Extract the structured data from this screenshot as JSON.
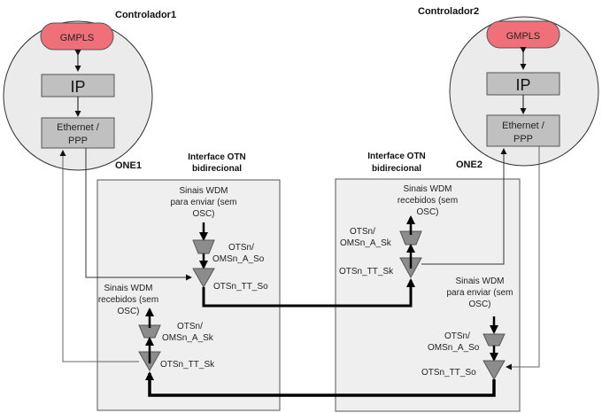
{
  "controllers": [
    {
      "title": "Controlador1",
      "gmpls": "GMPLS",
      "ip": "IP",
      "eth_line1": "Ethernet /",
      "eth_line2": "PPP",
      "one": "ONE1"
    },
    {
      "title": "Controlador2",
      "gmpls": "GMPLS",
      "ip": "IP",
      "eth_line1": "Ethernet /",
      "eth_line2": "PPP",
      "one": "ONE2"
    }
  ],
  "interfaces": [
    {
      "title_line1": "Interface OTN",
      "title_line2": "bidirecional",
      "send_line1": "Sinais WDM",
      "send_line2": "para enviar (sem",
      "send_line3": "OSC)",
      "recv_line1": "Sinais WDM",
      "recv_line2": "recebidos (sem",
      "recv_line3": "OSC)",
      "a_so_line1": "OTSn/",
      "a_so_line2": "OMSn_A_So",
      "tt_so": "OTSn_TT_So",
      "a_sk_line1": "OTSn/",
      "a_sk_line2": "OMSn_A_Sk",
      "tt_sk": "OTSn_TT_Sk"
    },
    {
      "title_line1": "Interface OTN",
      "title_line2": "bidirecional",
      "recv_line1": "Sinais WDM",
      "recv_line2": "recebidos (sem",
      "recv_line3": "OSC)",
      "a_sk_line1": "OTSn/",
      "a_sk_line2": "OMSn_A_Sk",
      "tt_sk": "OTSn_TT_Sk",
      "send_line1": "Sinais WDM",
      "send_line2": "para enviar (sem",
      "send_line3": "OSC)",
      "a_so_line1": "OTSn/",
      "a_so_line2": "OMSn_A_So",
      "tt_so": "OTSn_TT_So"
    }
  ],
  "colors": {
    "gmpls": "#f0707a",
    "block": "#c0c0c0",
    "circle": "#ebebeb",
    "box": "#efefef",
    "triangle": "#8c8c8c"
  }
}
